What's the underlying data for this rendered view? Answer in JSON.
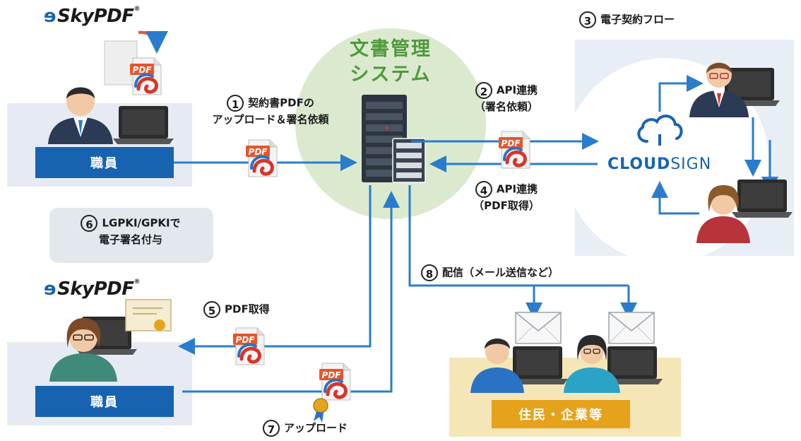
{
  "brand": {
    "skypdf": "SkyPDF",
    "registered": "®"
  },
  "staff_label": "職員",
  "system_label": [
    "文書管理",
    "システム"
  ],
  "steps": {
    "s1": {
      "num": "1",
      "lines": [
        "契約書PDFの",
        "アップロード＆署名依頼"
      ]
    },
    "s2": {
      "num": "2",
      "lines": [
        "API連携",
        "（署名依頼）"
      ]
    },
    "s3": {
      "num": "3",
      "lines": [
        "電子契約フロー"
      ]
    },
    "s4": {
      "num": "4",
      "lines": [
        "API連携",
        "（PDF取得）"
      ]
    },
    "s5": {
      "num": "5",
      "lines": [
        "PDF取得"
      ]
    },
    "s6": {
      "num": "6",
      "lines": [
        "LGPKI/GPKIで",
        "電子署名付与"
      ]
    },
    "s7": {
      "num": "7",
      "lines": [
        "アップロード"
      ]
    },
    "s8": {
      "num": "8",
      "lines": [
        "配信（メール送信など）"
      ]
    }
  },
  "cloudsign": {
    "part1": "CLOUD",
    "part2": "SIGN"
  },
  "residents_label": "住民・企業等",
  "pdf_badge": "PDF",
  "icons": [
    "cloud-icon",
    "pdf-document-icon",
    "server-icon",
    "envelope-icon",
    "person-icon",
    "laptop-icon",
    "certificate-icon"
  ],
  "colors": {
    "blue": "#1763b0",
    "arrow": "#2a7ccc",
    "green_circle": "#dbe9cf",
    "system_text": "#4f9a3c",
    "panel": "#e6ebf3",
    "residents_bg": "#f5e6b8",
    "residents_label": "#e5a21a"
  }
}
